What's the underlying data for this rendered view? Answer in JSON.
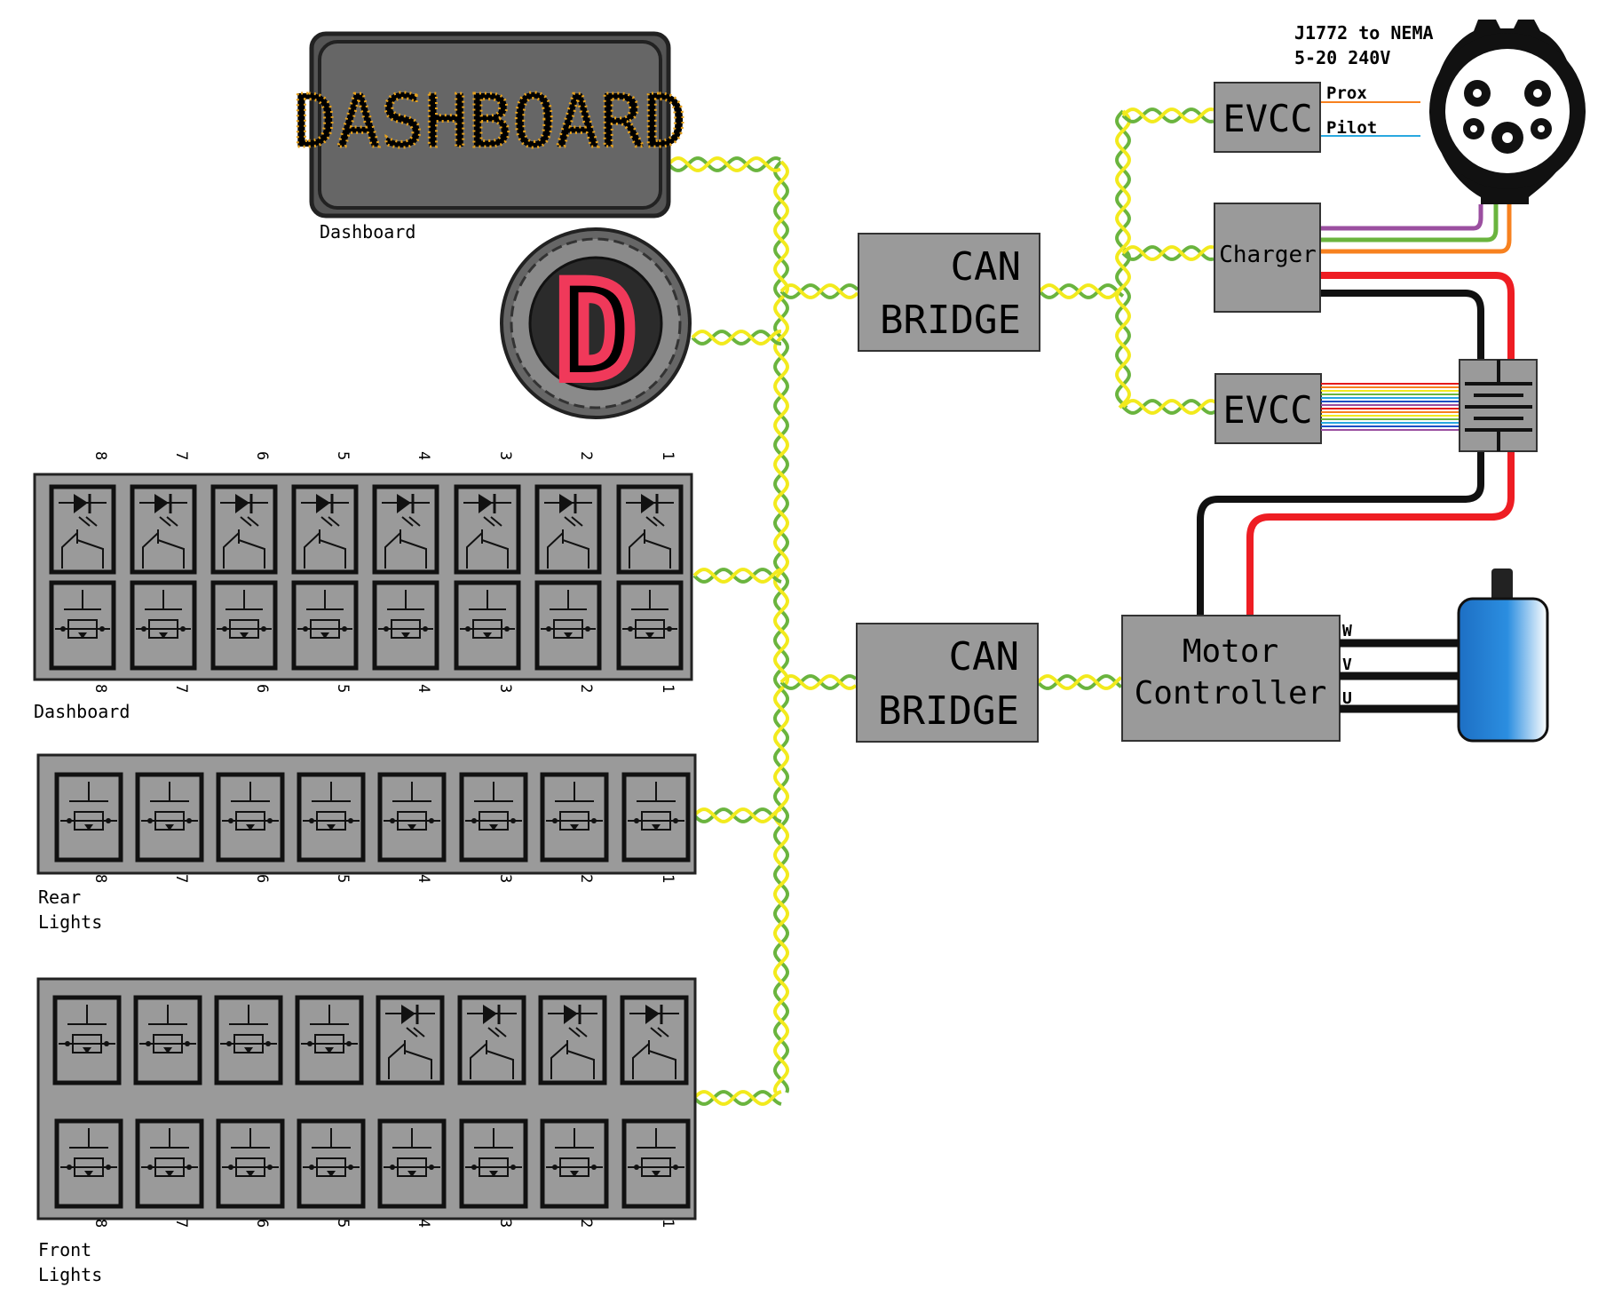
{
  "dashboard_display": {
    "screen_text": "DASHBOARD",
    "caption": "Dashboard"
  },
  "gear_indicator": {
    "digit": "D"
  },
  "can_bridges": [
    {
      "line1": "CAN",
      "line2": "BRIDGE"
    },
    {
      "line1": "CAN",
      "line2": "BRIDGE"
    }
  ],
  "evcc_top": {
    "label": "EVCC"
  },
  "evcc_bottom": {
    "label": "EVCC"
  },
  "charger": {
    "label": "Charger"
  },
  "connector": {
    "title_line1": "J1772 to NEMA",
    "title_line2": "5-20 240V",
    "prox_label": "Prox",
    "pilot_label": "Pilot"
  },
  "motor_controller": {
    "line1": "Motor",
    "line2": "Controller",
    "phases": [
      "W",
      "V",
      "U"
    ]
  },
  "modules": [
    {
      "caption": [
        "Dashboard"
      ],
      "channels": [
        "8",
        "7",
        "6",
        "5",
        "4",
        "3",
        "2",
        "1"
      ]
    },
    {
      "caption": [
        "Rear",
        "Lights"
      ],
      "channels": [
        "8",
        "7",
        "6",
        "5",
        "4",
        "3",
        "2",
        "1"
      ]
    },
    {
      "caption": [
        "Front",
        "Lights"
      ],
      "channels": [
        "8",
        "7",
        "6",
        "5",
        "4",
        "3",
        "2",
        "1"
      ]
    }
  ],
  "colors": {
    "can_green": "#6ab43e",
    "can_yellow": "#f2ea1d",
    "box_gray": "#9a9a9a",
    "power_red": "#ee1d23",
    "power_black": "#111111",
    "prox_orange": "#f7811f",
    "pilot_blue": "#29a8e0",
    "purple": "#9b4fa0",
    "digit_red": "#f0395a",
    "dash_amber": "#e8a21c",
    "motor_blue": "#1f7fcf"
  }
}
